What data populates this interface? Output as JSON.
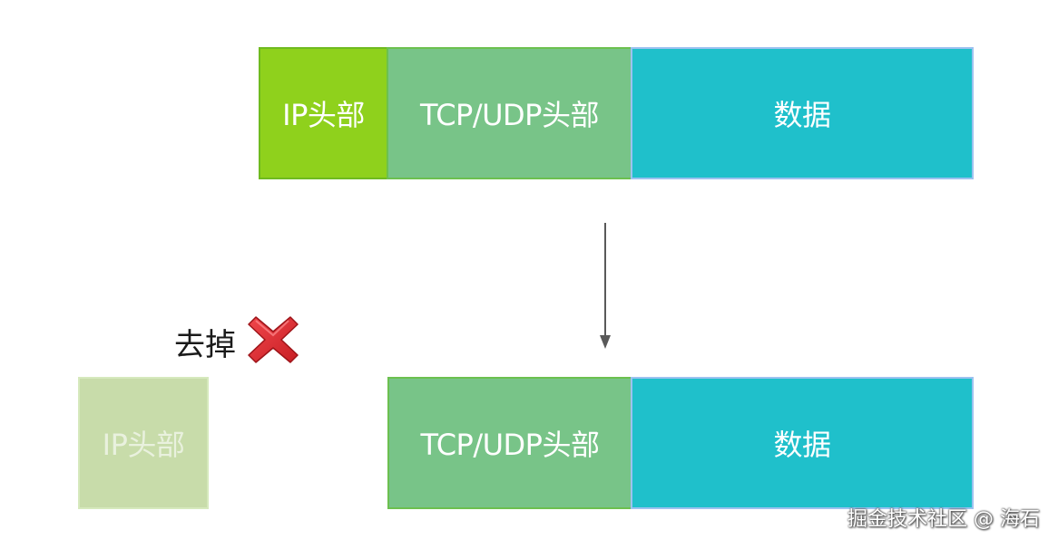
{
  "top_packet": {
    "ip_header": "IP头部",
    "transport_header": "TCP/UDP头部",
    "payload": "数据"
  },
  "bottom_packet": {
    "removed_ip_header": "IP头部",
    "transport_header": "TCP/UDP头部",
    "payload": "数据"
  },
  "remove_label": "去掉",
  "watermark": "掘金技术社区 @ 海石",
  "colors": {
    "ip_header": "#8fd11c",
    "transport_header": "#78c488",
    "payload": "#1fc0cb",
    "removed_ip_header": "#c8dcaa",
    "remove_icon": "#e0282e",
    "arrow": "#595959"
  },
  "icons": {
    "remove": "red-x-icon",
    "flow": "down-arrow-icon"
  }
}
